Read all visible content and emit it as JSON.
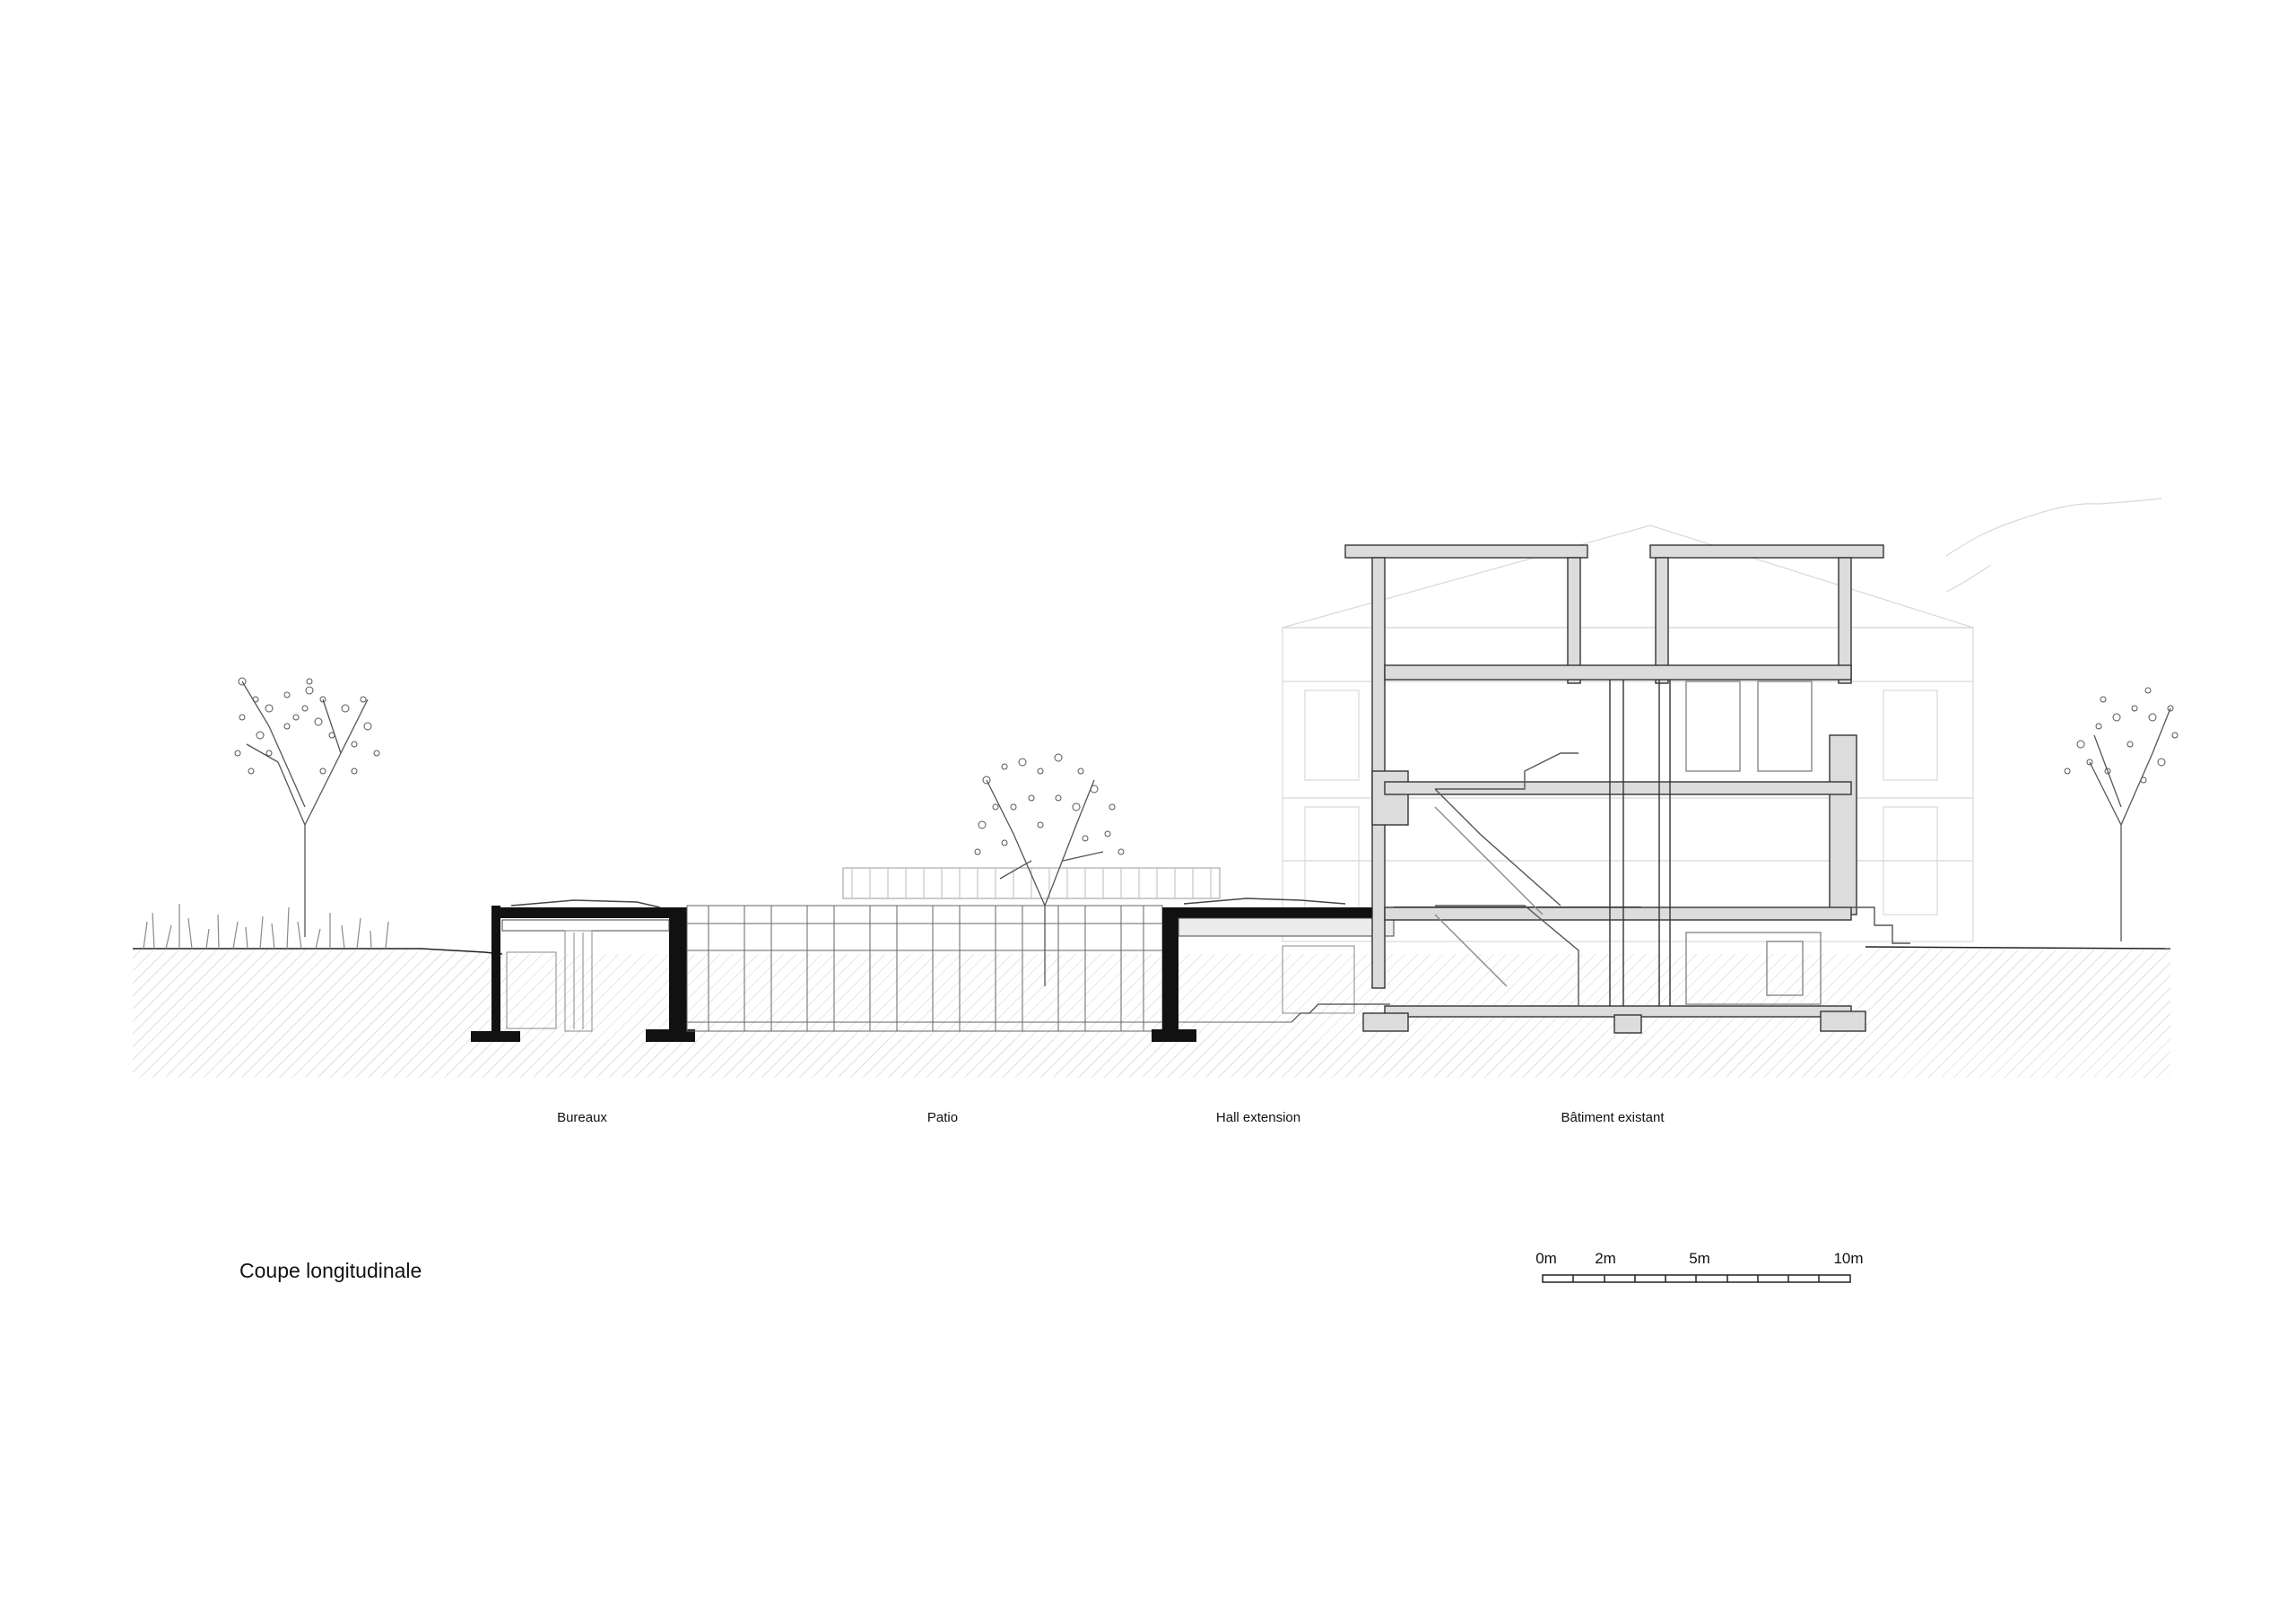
{
  "title": "Coupe longitudinale",
  "zones": {
    "bureaux": "Bureaux",
    "patio": "Patio",
    "hall": "Hall extension",
    "existing": "Bâtiment existant"
  },
  "scale_bar": {
    "labels": [
      "0m",
      "2m",
      "5m",
      "10m"
    ]
  },
  "colors": {
    "line": "#2a2a2a",
    "light_line": "#b8b8b8",
    "ghost": "#d6d6d6",
    "ground": "#eeeeee",
    "fill_dark": "#111111",
    "section_fill": "#dcdcdc"
  }
}
